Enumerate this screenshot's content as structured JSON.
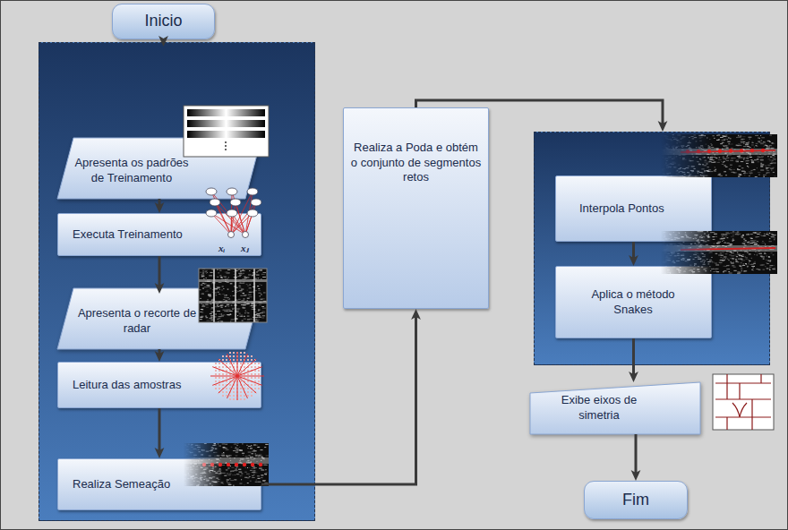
{
  "diagram": {
    "nodes": [
      {
        "text": [
          "Inicio"
        ]
      },
      {
        "text": []
      },
      {
        "text": [
          "Apresenta os padrões de Treinamento"
        ],
        "in": 1
      },
      {
        "text": [
          "Executa Treinamento"
        ],
        "in": 1
      },
      {
        "text": [
          "Apresenta o recorte de radar"
        ],
        "in": 1
      },
      {
        "text": [
          "Leitura das amostras"
        ],
        "in": 1
      },
      {
        "text": [
          "Realiza Semeação"
        ],
        "in": 1
      },
      {
        "text": [
          "Realiza a Poda e obtém o conjunto de segmentos retos"
        ]
      },
      {
        "text": []
      },
      {
        "text": [
          "Interpola Pontos"
        ],
        "in": 8
      },
      {
        "text": [
          "Aplica o método Snakes"
        ],
        "in": 8
      },
      {
        "text": [
          "Exibe eixos de simetria"
        ]
      },
      {
        "text": [
          "Fim"
        ]
      }
    ],
    "edges": [
      {
        "from": 0,
        "to": 1,
        "arrow": "to"
      },
      {
        "from": 2,
        "to": 3,
        "arrow": "to"
      },
      {
        "from": 3,
        "to": 4,
        "arrow": "to"
      },
      {
        "from": 4,
        "to": 5,
        "arrow": "to"
      },
      {
        "from": 5,
        "to": 6,
        "arrow": "to"
      },
      {
        "from": 6,
        "to": 7,
        "arrow": "to"
      },
      {
        "from": 7,
        "to": 8,
        "arrow": "to"
      },
      {
        "from": 9,
        "to": 10,
        "arrow": "to"
      },
      {
        "from": 10,
        "to": 11,
        "arrow": "to"
      },
      {
        "from": 11,
        "to": 12,
        "arrow": "to"
      }
    ],
    "labels": [
      "xᵢ",
      "xⱼ"
    ]
  }
}
